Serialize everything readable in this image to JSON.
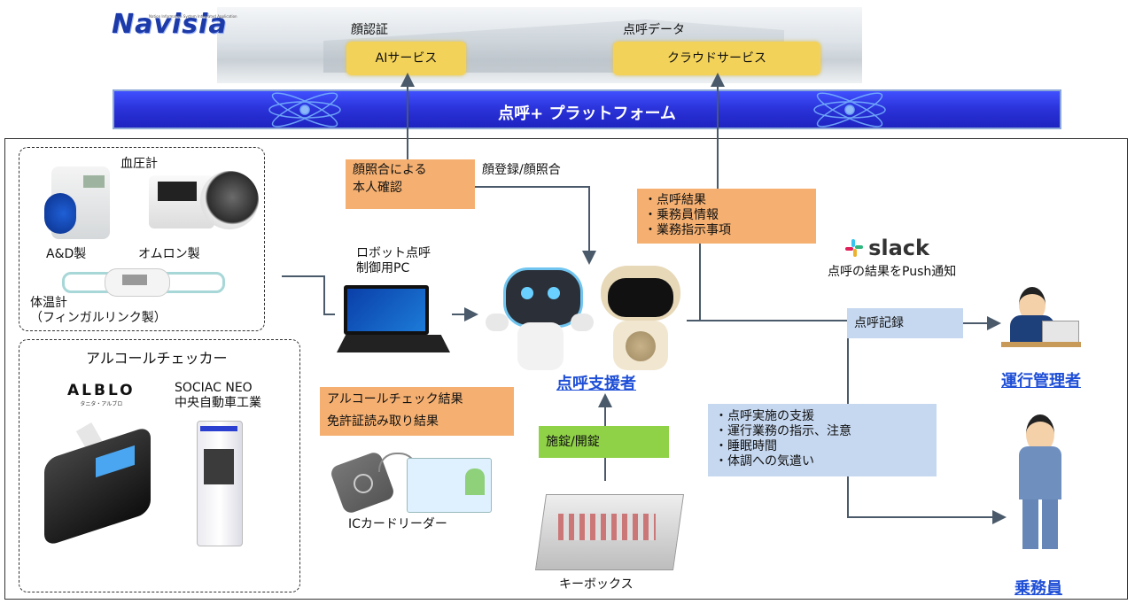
{
  "logo": "Navisia",
  "logo_tagline": "Nation Information System Integrated Application",
  "face_auth_label": "顔認証",
  "ai_service": "AIサービス",
  "tenko_data_label": "点呼データ",
  "cloud_service": "クラウドサービス",
  "platform_title": "点呼+ プラットフォーム",
  "face_check_box": [
    "顔照合による",
    "本人確認"
  ],
  "face_register": "顔登録/顔照合",
  "tenko_result_box": [
    "・点呼結果",
    "・乗務員情報",
    "・業務指示事項"
  ],
  "slack_label": "slack",
  "slack_push": "点呼の結果をPush通知",
  "blood_pressure": "血圧計",
  "ad_maker": "A&D製",
  "omron_maker": "オムロン製",
  "thermometer": [
    "体温計",
    "（フィンガルリンク製）"
  ],
  "robot_pc": [
    "ロボット点呼",
    "制御用PC"
  ],
  "tenko_support": "点呼支援者",
  "tenko_record": "点呼記録",
  "manager": "運行管理者",
  "alcohol_checker": "アルコールチェッカー",
  "albio": "ALBLO",
  "albio_sub": "タニタ・アルブロ",
  "sociac": [
    "SOCIAC NEO",
    "中央自動車工業"
  ],
  "alcohol_result_box": [
    "アルコールチェック結果",
    "免許証読み取り結果"
  ],
  "ic_reader": "ICカードリーダー",
  "lock_label": "施錠/開錠",
  "key_box": "キーボックス",
  "driver_support_box": [
    "・点呼実施の支援",
    "・運行業務の指示、注意",
    "・睡眠時間",
    "・体調への気遣い"
  ],
  "driver": "乗務員",
  "colors": {
    "platform": "#2a32d8",
    "service": "#f3d259",
    "orange_box": "#f5b071",
    "blue_box": "#c6d8f0",
    "green_box": "#8fd147",
    "role_text": "#1f4fd6"
  }
}
